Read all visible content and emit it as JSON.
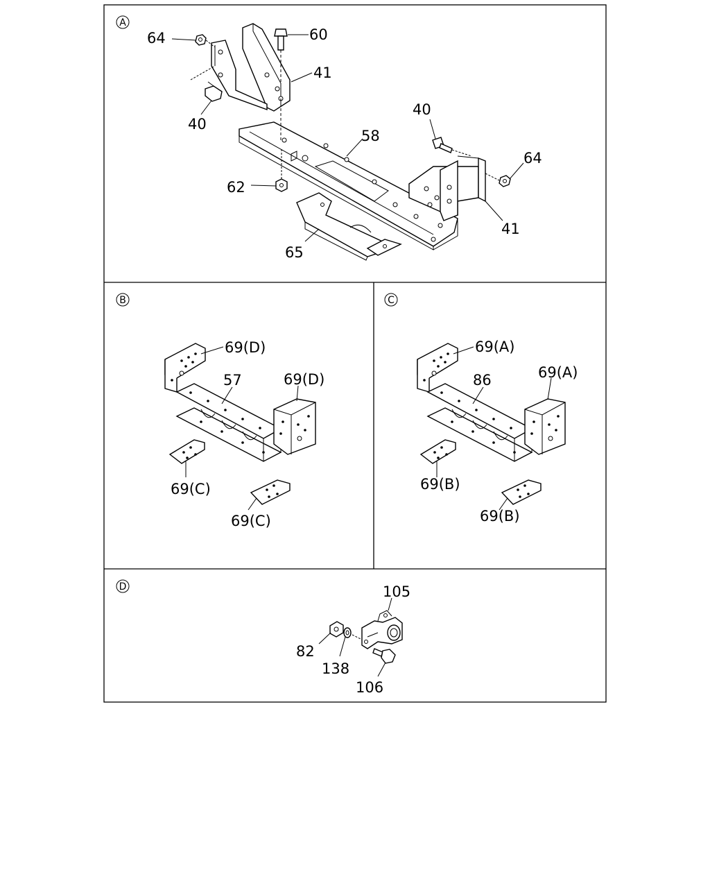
{
  "panels": {
    "A": {
      "tag": "A",
      "labels": {
        "p64a": "64",
        "p60": "60",
        "p41a": "41",
        "p40a": "40",
        "p58": "58",
        "p40b": "40",
        "p64b": "64",
        "p62": "62",
        "p41b": "41",
        "p65": "65"
      }
    },
    "B": {
      "tag": "B",
      "labels": {
        "p69d1": "69(D)",
        "p57": "57",
        "p69d2": "69(D)",
        "p69c1": "69(C)",
        "p69c2": "69(C)"
      }
    },
    "C": {
      "tag": "C",
      "labels": {
        "p69a1": "69(A)",
        "p86": "86",
        "p69a2": "69(A)",
        "p69b1": "69(B)",
        "p69b2": "69(B)"
      }
    },
    "D": {
      "tag": "D",
      "labels": {
        "p105": "105",
        "p82": "82",
        "p138": "138",
        "p106": "106"
      }
    }
  }
}
